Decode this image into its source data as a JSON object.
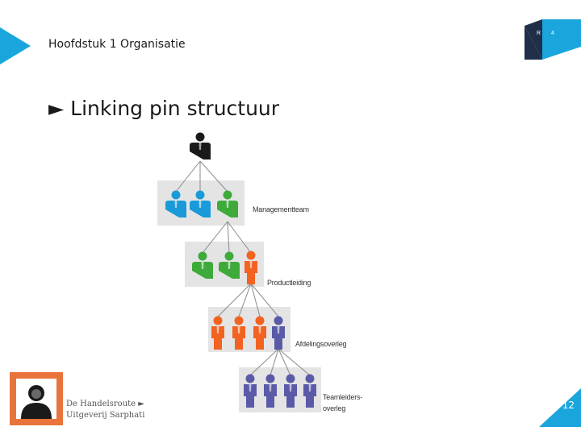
{
  "header": {
    "title": "Hoofdstuk 1 Organisatie"
  },
  "slide": {
    "heading": "► Linking pin structuur"
  },
  "diagram": {
    "labels": {
      "management": "Managementteam",
      "production": "Productleiding",
      "department": "Afdelingsoverleg",
      "team_line1": "Teamleiders-",
      "team_line2": "overleg"
    }
  },
  "badge": {
    "left": "R",
    "right": "4"
  },
  "footer": {
    "publisher_line1": "De Handelsroute ►",
    "publisher_line2": "Uitgeverij Sarphati",
    "page_number": "12"
  },
  "colors": {
    "accent_blue": "#1aa6dc",
    "navy": "#1f2f4a",
    "person_black": "#1a1a1a",
    "person_blue": "#1a9ad8",
    "person_green": "#3daa3a",
    "person_orange": "#f26322",
    "person_purple": "#5b5aa8",
    "logo_orange": "#e8743b"
  }
}
